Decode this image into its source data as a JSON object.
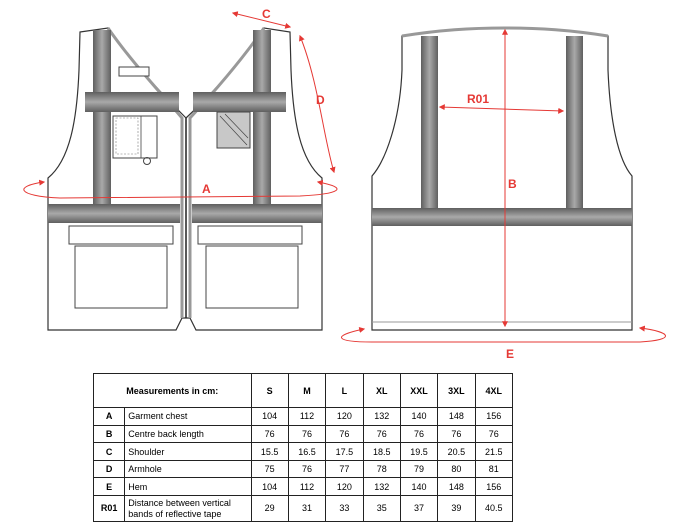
{
  "diagram": {
    "labels": {
      "a": "A",
      "b": "B",
      "c": "C",
      "d": "D",
      "e": "E",
      "r01": "R01"
    },
    "colors": {
      "measure": "#e53935",
      "tape": "#7d7d7d",
      "outline": "#333333"
    }
  },
  "table": {
    "title": "Measurements in cm:",
    "sizes": [
      "S",
      "M",
      "L",
      "XL",
      "XXL",
      "3XL",
      "4XL"
    ],
    "rows": [
      {
        "code": "A",
        "label": "Garment chest",
        "values": [
          "104",
          "112",
          "120",
          "132",
          "140",
          "148",
          "156"
        ]
      },
      {
        "code": "B",
        "label": "Centre back length",
        "values": [
          "76",
          "76",
          "76",
          "76",
          "76",
          "76",
          "76"
        ]
      },
      {
        "code": "C",
        "label": "Shoulder",
        "values": [
          "15.5",
          "16.5",
          "17.5",
          "18.5",
          "19.5",
          "20.5",
          "21.5"
        ]
      },
      {
        "code": "D",
        "label": "Armhole",
        "values": [
          "75",
          "76",
          "77",
          "78",
          "79",
          "80",
          "81"
        ]
      },
      {
        "code": "E",
        "label": "Hem",
        "values": [
          "104",
          "112",
          "120",
          "132",
          "140",
          "148",
          "156"
        ]
      },
      {
        "code": "R01",
        "label": "Distance between vertical bands of reflective tape",
        "values": [
          "29",
          "31",
          "33",
          "35",
          "37",
          "39",
          "40.5"
        ]
      }
    ]
  }
}
